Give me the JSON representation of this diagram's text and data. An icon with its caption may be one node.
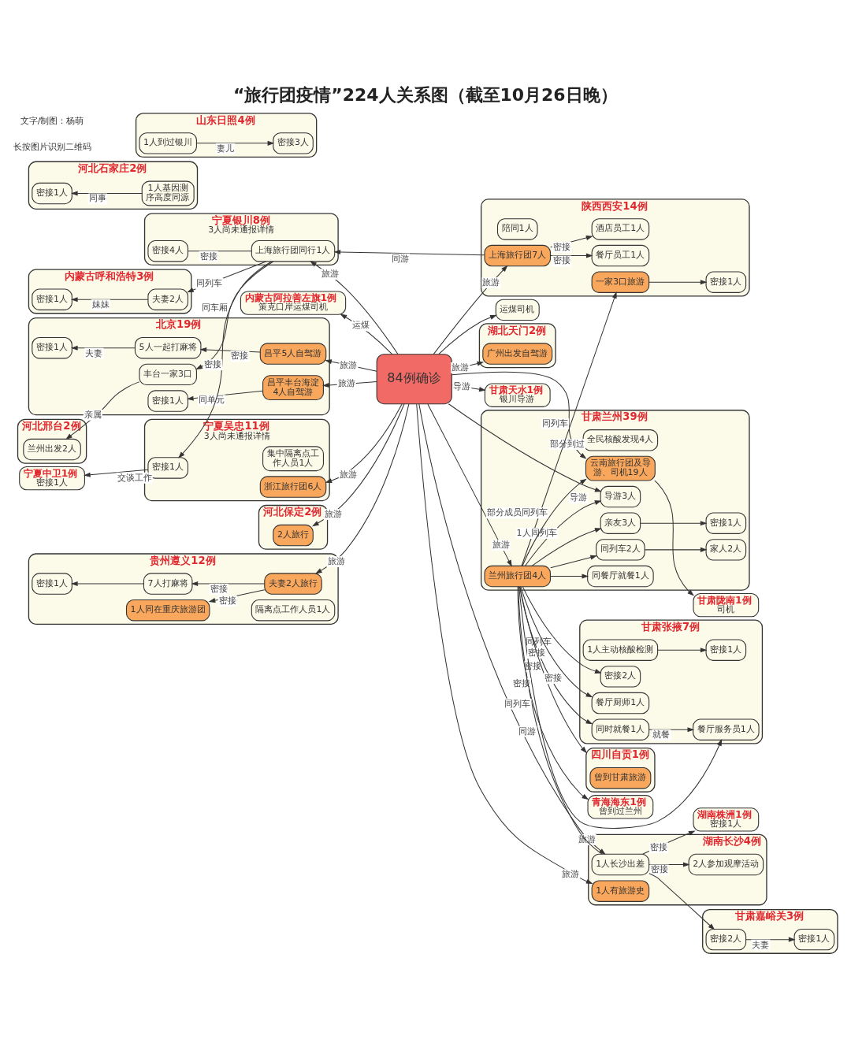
{
  "diagram": {
    "title": "“旅行团疫情”224人关系图（截至10月26日晚）",
    "nodes": [
      {
        "text": [
          "北京19例"
        ]
      },
      {
        "text": [
          "5人一起打麻将"
        ],
        "in": 0
      },
      {
        "text": [
          "密接1人"
        ],
        "in": 0
      },
      {
        "text": [
          "密接1人"
        ],
        "in": 0
      },
      {
        "text": [
          "丰台一家3口"
        ],
        "in": 0
      },
      {
        "text": [
          "昌平5人自驾游"
        ],
        "in": 0
      },
      {
        "text": [
          "昌平丰台海淀4人自驾游"
        ],
        "in": 0
      },
      {
        "text": [
          "河北石家庄2例"
        ]
      },
      {
        "text": [
          "1人基因测序高度同源"
        ],
        "in": 7
      },
      {
        "text": [
          "密接1人"
        ],
        "in": 7
      },
      {
        "text": [
          "贵州遵义12例"
        ]
      },
      {
        "text": [
          "1人同在重庆旅游团"
        ],
        "in": 10
      },
      {
        "text": [
          "密接1人"
        ],
        "in": 10
      },
      {
        "text": [
          "7人打麻将"
        ],
        "in": 10
      },
      {
        "text": [
          "夫妻2人旅行"
        ],
        "in": 10
      },
      {
        "text": [
          "隔离点工作人员1人"
        ],
        "in": 10
      },
      {
        "text": [
          "宁夏中卫1例",
          "密接1人"
        ]
      },
      {
        "text": [
          "宁夏吴忠11例",
          "3人尚未通报详情"
        ]
      },
      {
        "text": [
          "集中隔离点工作人员1人"
        ],
        "in": 17
      },
      {
        "text": [
          "密接1人"
        ],
        "in": 17
      },
      {
        "text": [
          "浙江旅行团6人"
        ],
        "in": 17
      },
      {
        "text": [
          "宁夏银川8例",
          "3人尚未通报详情"
        ]
      },
      {
        "text": [
          "密接4人"
        ],
        "in": 21
      },
      {
        "text": [
          "上海旅行团同行1人"
        ],
        "in": 21
      },
      {
        "text": [
          "河北邢台2例"
        ]
      },
      {
        "text": [
          "兰州出发2人"
        ],
        "in": 24
      },
      {
        "text": [
          "河北保定2例"
        ]
      },
      {
        "text": [
          "2人旅行"
        ],
        "in": 26
      },
      {
        "text": [
          "内蒙古呼和浩特3例"
        ]
      },
      {
        "text": [
          "密接1人"
        ],
        "in": 28
      },
      {
        "text": [
          "夫妻2人"
        ],
        "in": 28
      },
      {
        "text": [
          "内蒙古阿拉善左旗1例",
          "策克口岸运煤司机"
        ]
      },
      {
        "text": [
          "84例确诊"
        ]
      },
      {
        "text": [
          "运煤司机"
        ]
      },
      {
        "text": [
          "陕西西安14例"
        ]
      },
      {
        "text": [
          "陪同1人"
        ],
        "in": 34
      },
      {
        "text": [
          "上海旅行团7人"
        ],
        "in": 34
      },
      {
        "text": [
          "餐厅员工1人"
        ],
        "in": 34
      },
      {
        "text": [
          "酒店员工1人"
        ],
        "in": 34
      },
      {
        "text": [
          "密接1人"
        ],
        "in": 34
      },
      {
        "text": [
          "一家3口旅游"
        ],
        "in": 34
      },
      {
        "text": [
          "湖北天门2例"
        ]
      },
      {
        "text": [
          "广州出发自驾游"
        ],
        "in": 41
      },
      {
        "text": [
          "甘肃兰州39例"
        ]
      },
      {
        "text": [
          "密接1人"
        ],
        "in": 43
      },
      {
        "text": [
          "同餐厅就餐1人"
        ],
        "in": 43
      },
      {
        "text": [
          "导游3人"
        ],
        "in": 43
      },
      {
        "text": [
          "亲友3人"
        ],
        "in": 43
      },
      {
        "text": [
          "同列车2人"
        ],
        "in": 43
      },
      {
        "text": [
          "兰州旅行团4人"
        ],
        "in": 43
      },
      {
        "text": [
          "云南旅行团及导游、司机19人"
        ],
        "in": 43
      },
      {
        "text": [
          "家人2人"
        ],
        "in": 43
      },
      {
        "text": [
          "全民核酸发现4人"
        ],
        "in": 43
      },
      {
        "text": [
          "甘肃天水1例",
          "银川导游"
        ]
      },
      {
        "text": [
          "湖南长沙4例"
        ]
      },
      {
        "text": [
          "1人长沙出差"
        ],
        "in": 54
      },
      {
        "text": [
          "1人有旅游史"
        ],
        "in": 54
      },
      {
        "text": [
          "2人参加观摩活动"
        ],
        "in": 54
      },
      {
        "text": [
          "甘肃嘉峪关3例"
        ]
      },
      {
        "text": [
          "密接2人"
        ],
        "in": 58
      },
      {
        "text": [
          "密接1人"
        ],
        "in": 58
      },
      {
        "text": [
          "甘肃陇南1例",
          "司机"
        ]
      },
      {
        "text": [
          "湖南株洲1例",
          "密接1人"
        ]
      },
      {
        "text": [
          "甘肃张掖7例"
        ]
      },
      {
        "text": [
          "密接2人"
        ],
        "in": 63
      },
      {
        "text": [
          "餐厅服务员1人"
        ],
        "in": 63
      },
      {
        "text": [
          "餐厅厨师1人"
        ],
        "in": 63
      },
      {
        "text": [
          "同时就餐1人"
        ],
        "in": 63
      },
      {
        "text": [
          "1人主动核酸检测"
        ],
        "in": 63
      },
      {
        "text": [
          "密接1人"
        ],
        "in": 63
      },
      {
        "text": [
          "青海海东1例",
          "曾到过兰州"
        ]
      },
      {
        "text": [
          "四川自贡1例"
        ]
      },
      {
        "text": [
          "曾到甘肃旅游"
        ],
        "in": 71
      },
      {
        "text": [
          "山东日照4例"
        ]
      },
      {
        "text": [
          "1人到过银川"
        ],
        "in": 73
      },
      {
        "text": [
          "密接3人"
        ],
        "in": 73
      }
    ],
    "edges": [
      {
        "from": 5,
        "to": 1,
        "label": "密接",
        "arrow": "to"
      },
      {
        "from": 1,
        "to": 3,
        "label": "夫妻",
        "arrow": "to"
      },
      {
        "from": 6,
        "to": 2,
        "label": "同单元",
        "arrow": "to"
      },
      {
        "from": 23,
        "to": 4,
        "label": "同车厢",
        "arrow": "to"
      },
      {
        "from": 4,
        "to": 25,
        "label": "亲属",
        "arrow": "to"
      },
      {
        "from": 8,
        "to": 9,
        "label": "同事",
        "arrow": "to"
      },
      {
        "from": 13,
        "to": 12,
        "arrow": "to"
      },
      {
        "from": 14,
        "to": 13,
        "label": "密接",
        "arrow": "to"
      },
      {
        "from": 14,
        "to": 11,
        "label": "密接",
        "arrow": "to"
      },
      {
        "from": 19,
        "to": 16,
        "label": "交谈工作",
        "arrow": "to"
      },
      {
        "from": 23,
        "to": 19,
        "label": "密接",
        "arrow": "to"
      },
      {
        "from": 23,
        "to": 22,
        "label": "密接",
        "arrow": "none"
      },
      {
        "from": 30,
        "to": 29,
        "label": "妹妹",
        "arrow": "to"
      },
      {
        "from": 23,
        "to": 30,
        "label": "同列车",
        "arrow": "to"
      },
      {
        "from": 32,
        "to": 5,
        "label": "旅游",
        "arrow": "to"
      },
      {
        "from": 32,
        "to": 6,
        "label": "旅游",
        "arrow": "to"
      },
      {
        "from": 32,
        "to": 20,
        "label": "旅游",
        "arrow": "to"
      },
      {
        "from": 32,
        "to": 27,
        "label": "旅游",
        "arrow": "to"
      },
      {
        "from": 32,
        "to": 14,
        "label": "旅游",
        "arrow": "to"
      },
      {
        "from": 32,
        "to": 23,
        "label": "旅游",
        "arrow": "to"
      },
      {
        "from": 36,
        "to": 23,
        "label": "同游",
        "arrow": "to"
      },
      {
        "from": 32,
        "to": 31,
        "label": "运煤",
        "arrow": "to"
      },
      {
        "from": 32,
        "to": 33,
        "arrow": "to"
      },
      {
        "from": 32,
        "to": 36,
        "label": "旅游",
        "arrow": "to"
      },
      {
        "from": 36,
        "to": 37,
        "label": "密接",
        "arrow": "to"
      },
      {
        "from": 36,
        "to": 38,
        "label": "密接",
        "arrow": "to"
      },
      {
        "from": 40,
        "to": 39,
        "arrow": "to"
      },
      {
        "from": 49,
        "to": 40,
        "label": "同列车",
        "arrow": "to"
      },
      {
        "from": 32,
        "to": 42,
        "label": "旅游",
        "arrow": "to"
      },
      {
        "from": 32,
        "to": 49,
        "label": "旅游",
        "arrow": "to"
      },
      {
        "from": 32,
        "to": 46,
        "label": "导游",
        "arrow": "to"
      },
      {
        "from": 32,
        "to": 50,
        "label": "部分到过",
        "arrow": "to"
      },
      {
        "from": 32,
        "to": 53,
        "label": "导游",
        "arrow": "to"
      },
      {
        "from": 32,
        "to": 55,
        "label": "旅游",
        "arrow": "to"
      },
      {
        "from": 32,
        "to": 56,
        "label": "旅游",
        "arrow": "to"
      },
      {
        "from": 49,
        "to": 55,
        "label": "同游",
        "arrow": "none"
      },
      {
        "from": 47,
        "to": 44,
        "arrow": "to"
      },
      {
        "from": 49,
        "to": 47,
        "arrow": "to"
      },
      {
        "from": 49,
        "to": 48,
        "arrow": "to"
      },
      {
        "from": 48,
        "to": 51,
        "arrow": "to"
      },
      {
        "from": 49,
        "to": 45,
        "arrow": "to"
      },
      {
        "from": 49,
        "to": 46,
        "label": "1人同列车",
        "arrow": "to"
      },
      {
        "from": 49,
        "to": 50,
        "label": "部分成员同列车",
        "arrow": "to"
      },
      {
        "from": 50,
        "to": 61,
        "arrow": "to"
      },
      {
        "from": 55,
        "to": 59,
        "arrow": "to"
      },
      {
        "from": 59,
        "to": 60,
        "label": "夫妻",
        "arrow": "to"
      },
      {
        "from": 55,
        "to": 57,
        "label": "密接",
        "arrow": "to"
      },
      {
        "from": 55,
        "to": 62,
        "label": "密接",
        "arrow": "to"
      },
      {
        "from": 49,
        "to": 64,
        "label": "同列车",
        "arrow": "to"
      },
      {
        "from": 49,
        "to": 67,
        "label": "密接",
        "arrow": "to"
      },
      {
        "from": 49,
        "to": 65,
        "label": "密接",
        "arrow": "to"
      },
      {
        "from": 49,
        "to": 66,
        "label": "密接",
        "arrow": "to"
      },
      {
        "from": 67,
        "to": 65,
        "label": "就餐",
        "arrow": "to"
      },
      {
        "from": 68,
        "to": 69,
        "arrow": "to"
      },
      {
        "from": 49,
        "to": 70,
        "label": "同列车",
        "arrow": "to"
      },
      {
        "from": 49,
        "to": 71,
        "label": "密接",
        "arrow": "to"
      },
      {
        "from": 74,
        "to": 75,
        "label": "妻儿",
        "arrow": "to"
      }
    ],
    "labels": [
      "长按图片识别二维码",
      "文字/制图：杨萌"
    ]
  }
}
